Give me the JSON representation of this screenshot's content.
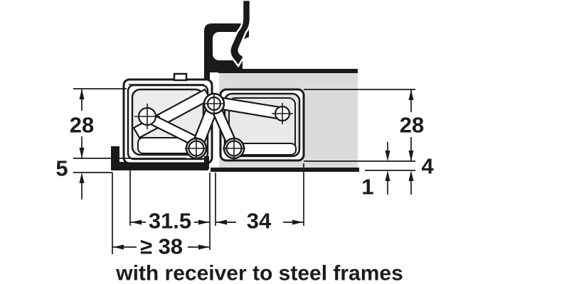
{
  "drawing": {
    "type": "hinge installation cross-section",
    "caption": "with receiver to steel frames",
    "dimensions": {
      "door_side_height": "28",
      "frame_side_height": "28",
      "door_edge_offset": "5",
      "frame_face_offset": "4",
      "gap": "1",
      "cup_width": "31.5",
      "receiver_width": "34",
      "min_edge_distance": "≥ 38"
    },
    "colors": {
      "line": "#1a1a1a",
      "text": "#1c1c1c",
      "steel_frame_fill": "#dbdbdb",
      "receiver_pocket_fill": "#e4e4e4",
      "background": "#ffffff"
    }
  }
}
